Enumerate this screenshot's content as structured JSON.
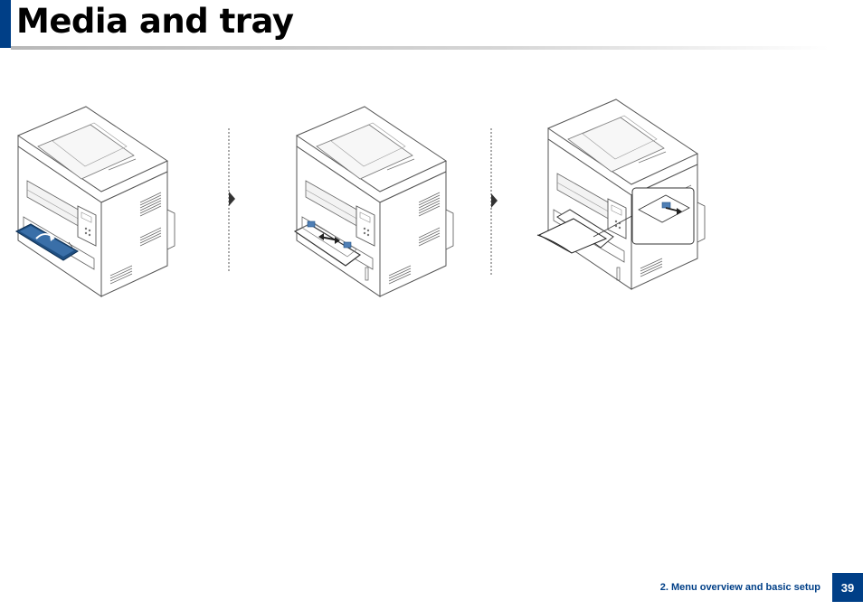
{
  "header": {
    "title": "Media and tray",
    "accent_color": "#003f87"
  },
  "figure": {
    "steps": [
      {
        "illustration": "printer-open-tray-icon"
      },
      {
        "illustration": "printer-adjust-guides-icon"
      },
      {
        "illustration": "printer-load-paper-icon"
      }
    ],
    "separator_icon": "triangle-arrow-right-icon"
  },
  "footer": {
    "section": "2. Menu overview and basic setup",
    "page_number": "39"
  }
}
